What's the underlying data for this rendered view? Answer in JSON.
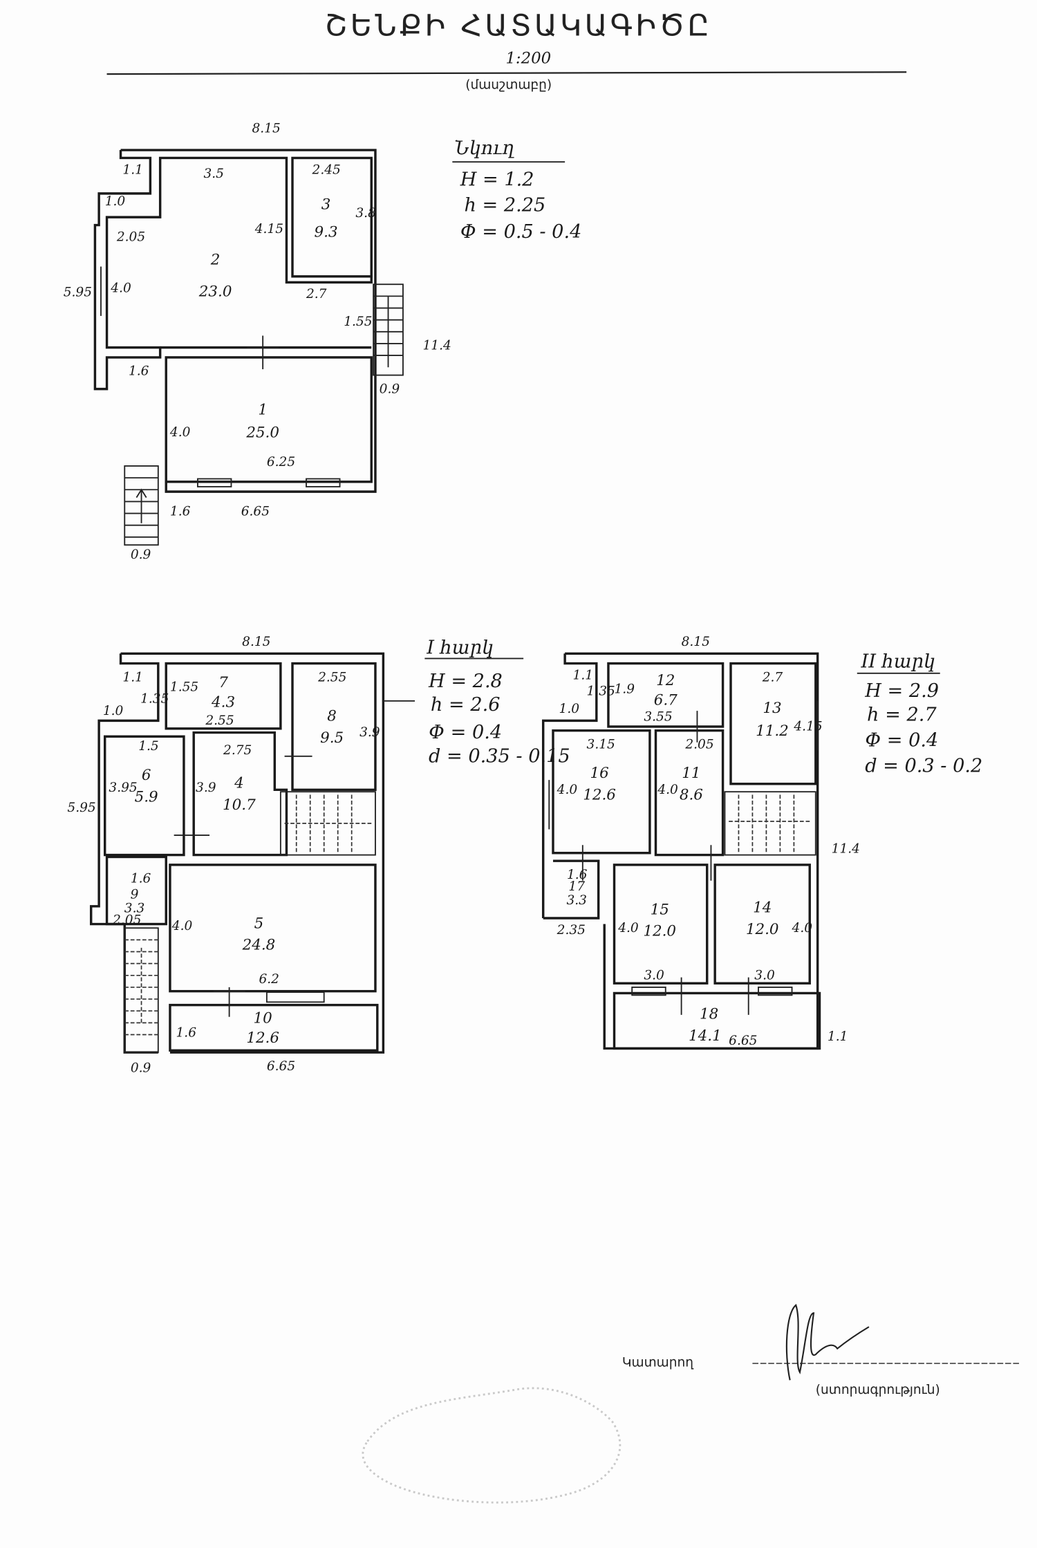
{
  "header": {
    "title": "ՇԵՆՔԻ ՀԱՏԱԿԱԳԻԾԸ",
    "scale": "1:200",
    "scale_caption": "(մասշտաբը)"
  },
  "basement": {
    "legend": {
      "heading": "Նկուղ",
      "lines": [
        "H = 1.2",
        "h = 2.25",
        "Փ = 0.5 - 0.4"
      ]
    },
    "rooms": [
      {
        "num": "1",
        "area": "25.0"
      },
      {
        "num": "2",
        "area": "23.0"
      },
      {
        "num": "3",
        "area": "9.3"
      }
    ],
    "dims": [
      "8.15",
      "1.1",
      "1.0",
      "2.05",
      "3.5",
      "2.45",
      "2.7",
      "1.55",
      "4.15",
      "3.8",
      "5.95",
      "4.0",
      "1.6",
      "11.4",
      "0.9",
      "4.0",
      "6.25",
      "6.65",
      "1.6",
      "0.9"
    ]
  },
  "floor1": {
    "legend": {
      "heading": "I հարկ",
      "lines": [
        "H = 2.8",
        "h = 2.6",
        "Փ = 0.4",
        "d = 0.35 - 0.15"
      ]
    },
    "rooms": [
      {
        "num": "4",
        "area": "10.7"
      },
      {
        "num": "5",
        "area": "24.8"
      },
      {
        "num": "6",
        "area": "5.9"
      },
      {
        "num": "7",
        "area": "4.3"
      },
      {
        "num": "8",
        "area": "9.5"
      },
      {
        "num": "9",
        "area": "3.3"
      },
      {
        "num": "10",
        "area": "12.6"
      }
    ],
    "dims": [
      "8.15",
      "1.1",
      "1.35",
      "1.0",
      "1.55",
      "2.55",
      "2.55",
      "3.9",
      "1.5",
      "3.95",
      "3.9",
      "2.75",
      "5.95",
      "1.6",
      "2.05",
      "4.0",
      "6.2",
      "1.6",
      "6.65",
      "0.9"
    ]
  },
  "floor2": {
    "legend": {
      "heading": "II հարկ",
      "lines": [
        "H = 2.9",
        "h = 2.7",
        "Փ = 0.4",
        "d = 0.3 - 0.2"
      ]
    },
    "rooms": [
      {
        "num": "11",
        "area": "8.6"
      },
      {
        "num": "12",
        "area": "6.7"
      },
      {
        "num": "13",
        "area": "11.2"
      },
      {
        "num": "14",
        "area": "12.0"
      },
      {
        "num": "15",
        "area": "12.0"
      },
      {
        "num": "16",
        "area": "12.6"
      },
      {
        "num": "17",
        "area": "3.3"
      },
      {
        "num": "18",
        "area": "14.1"
      }
    ],
    "dims": [
      "8.15",
      "1.1",
      "1.35",
      "1.0",
      "1.9",
      "3.55",
      "2.7",
      "4.15",
      "3.15",
      "2.05",
      "4.0",
      "4.0",
      "1.6",
      "2.35",
      "4.0",
      "4.0",
      "3.0",
      "3.0",
      "6.65",
      "11.4",
      "1.1"
    ]
  },
  "footer": {
    "performer_label": "Կատարող",
    "signature_caption": "(ստորագրություն)"
  }
}
